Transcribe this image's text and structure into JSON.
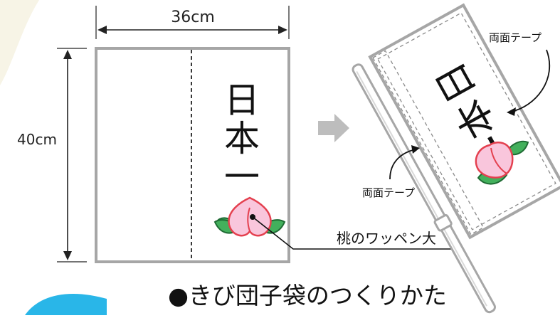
{
  "flat": {
    "width_label": "36cm",
    "height_label": "40cm",
    "title_chars": [
      "日",
      "本",
      "一"
    ],
    "patch_label": "桃のワッペン大"
  },
  "flag": {
    "title_chars": [
      "日",
      "本",
      "一"
    ],
    "tape_label_top": "両面テープ",
    "tape_label_bottom": "両面テープ"
  },
  "caption": "●きび団子袋のつくりかた",
  "colors": {
    "outline": "#a6a6a6",
    "arrow": "#bdbdbd",
    "peach_fill": "#f9c6dc",
    "peach_stroke": "#e4404f",
    "leaf_fill": "#43b05c",
    "leaf_stroke": "#1f6b34",
    "accent_cyan": "#29b6e8",
    "corner_tint": "#f7f4e6"
  }
}
